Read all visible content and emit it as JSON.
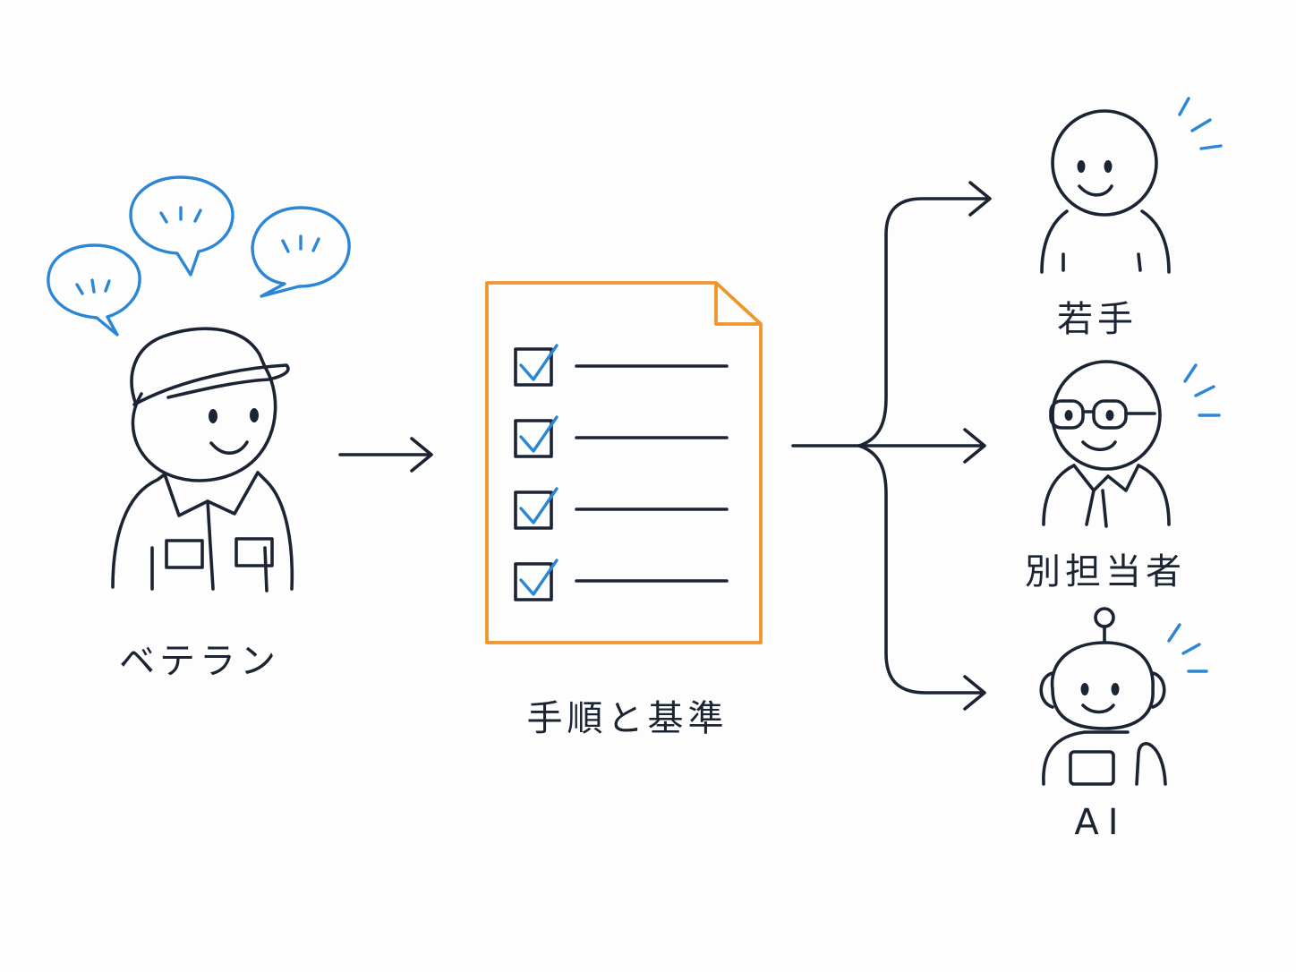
{
  "labels": {
    "veteran": "ベテラン",
    "document": "手順と基準",
    "young": "若手",
    "other_person": "別担当者",
    "ai": "AI"
  },
  "colors": {
    "ink": "#1b2433",
    "accent_blue": "#2c86d6",
    "document_orange": "#f0952c"
  },
  "checklist": {
    "items": 4,
    "all_checked": true
  }
}
